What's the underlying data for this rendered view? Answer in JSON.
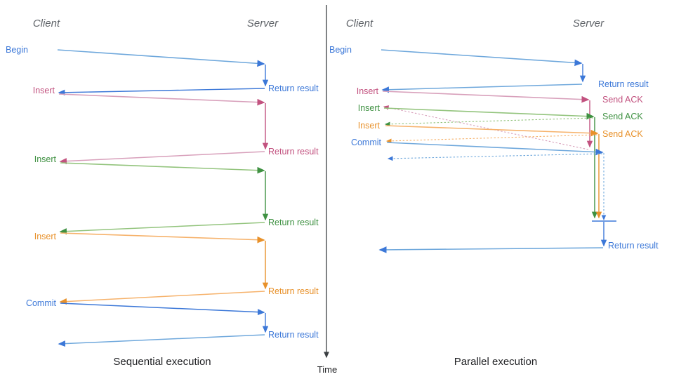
{
  "diagram": {
    "title_time_axis": "Time",
    "colors": {
      "blue": "#3c78d8",
      "blue_light": "#6fa8dc",
      "pink": "#c2527f",
      "pink_light": "#d8a0bb",
      "green": "#3f9142",
      "green_light": "#93c47d",
      "orange": "#e8912a",
      "orange_light": "#f6b26b",
      "lane_title": "#5f6368",
      "caption": "#202124",
      "axis": "#3c4043"
    }
  },
  "panels": [
    {
      "id": "sequential",
      "caption": "Sequential execution",
      "lanes": {
        "client": "Client",
        "server": "Server"
      },
      "client_labels": [
        {
          "text": "Begin",
          "color": "blue"
        },
        {
          "text": "Insert",
          "color": "pink"
        },
        {
          "text": "Insert",
          "color": "green"
        },
        {
          "text": "Insert",
          "color": "orange"
        },
        {
          "text": "Commit",
          "color": "blue"
        }
      ],
      "server_labels": [
        {
          "text": "Return result",
          "color": "blue"
        },
        {
          "text": "Return result",
          "color": "pink"
        },
        {
          "text": "Return result",
          "color": "green"
        },
        {
          "text": "Return result",
          "color": "orange"
        },
        {
          "text": "Return result",
          "color": "blue"
        }
      ]
    },
    {
      "id": "parallel",
      "caption": "Parallel execution",
      "lanes": {
        "client": "Client",
        "server": "Server"
      },
      "client_labels": [
        {
          "text": "Begin",
          "color": "blue"
        },
        {
          "text": "Insert",
          "color": "pink"
        },
        {
          "text": "Insert",
          "color": "green"
        },
        {
          "text": "Insert",
          "color": "orange"
        },
        {
          "text": "Commit",
          "color": "blue"
        }
      ],
      "server_labels": [
        {
          "text": "Return result",
          "color": "blue"
        },
        {
          "text": "Send ACK",
          "color": "pink"
        },
        {
          "text": "Send ACK",
          "color": "green"
        },
        {
          "text": "Send ACK",
          "color": "orange"
        },
        {
          "text": "Return result",
          "color": "blue"
        }
      ]
    }
  ]
}
